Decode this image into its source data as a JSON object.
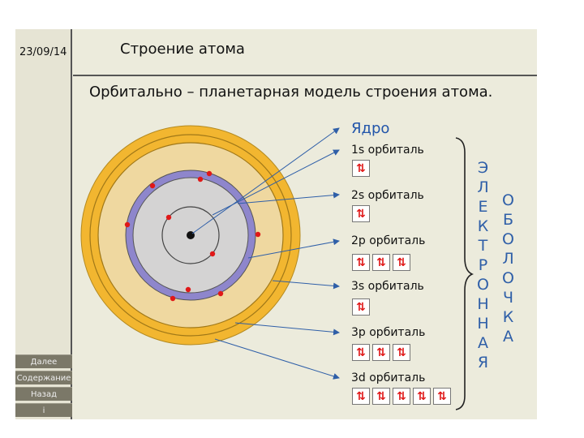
{
  "header": {
    "date": "23/09/14",
    "title": "Строение атома"
  },
  "subtitle": "Орбитально – планетарная модель строения атома.",
  "nav": {
    "next": "Далее",
    "contents": "Содержание",
    "back": "Назад",
    "info": "i"
  },
  "labels": {
    "nucleus": "Ядро",
    "orb1s": "1s орбиталь",
    "orb2s": "2s орбиталь",
    "orb2p": "2p орбиталь",
    "orb3s": "3s орбиталь",
    "orb3p": "3p орбиталь",
    "orb3d": "3d орбиталь"
  },
  "spin_pair": "⇅",
  "vertical_word_1": [
    "Э",
    "Л",
    "Е",
    "К",
    "Т",
    "Р",
    "О",
    "Н",
    "Н",
    "А",
    "Я"
  ],
  "vertical_word_2": [
    "О",
    "Б",
    "О",
    "Л",
    "О",
    "Ч",
    "К",
    "А"
  ],
  "colors": {
    "gold": "#f2b630",
    "beige": "#efd8a0",
    "violet": "#8e86cc",
    "grey": "#d4d3d3",
    "electron": "#e01818",
    "accent": "#2f5fa8"
  }
}
